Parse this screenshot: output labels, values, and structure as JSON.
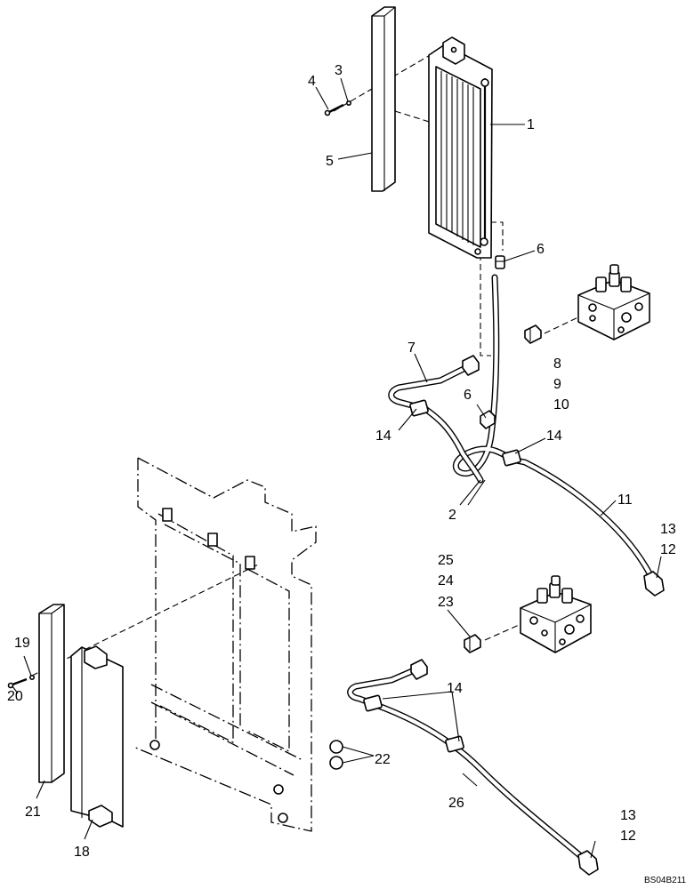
{
  "callouts": {
    "c1": "1",
    "c2": "2",
    "c3": "3",
    "c4": "4",
    "c5": "5",
    "c6a": "6",
    "c6b": "6",
    "c7": "7",
    "c8": "8",
    "c9": "9",
    "c10": "10",
    "c11": "11",
    "c12a": "12",
    "c12b": "12",
    "c13a": "13",
    "c13b": "13",
    "c14a": "14",
    "c14b": "14",
    "c14c": "14",
    "c18": "18",
    "c19": "19",
    "c20": "20",
    "c21": "21",
    "c22": "22",
    "c23": "23",
    "c24": "24",
    "c25": "25",
    "c26": "26"
  },
  "drawing_ref": "BS04B211",
  "icons": {
    "cooler": "oil-cooler-icon",
    "valve": "control-valve-icon",
    "hose": "hydraulic-hose-icon",
    "frame": "mounting-frame-icon"
  }
}
